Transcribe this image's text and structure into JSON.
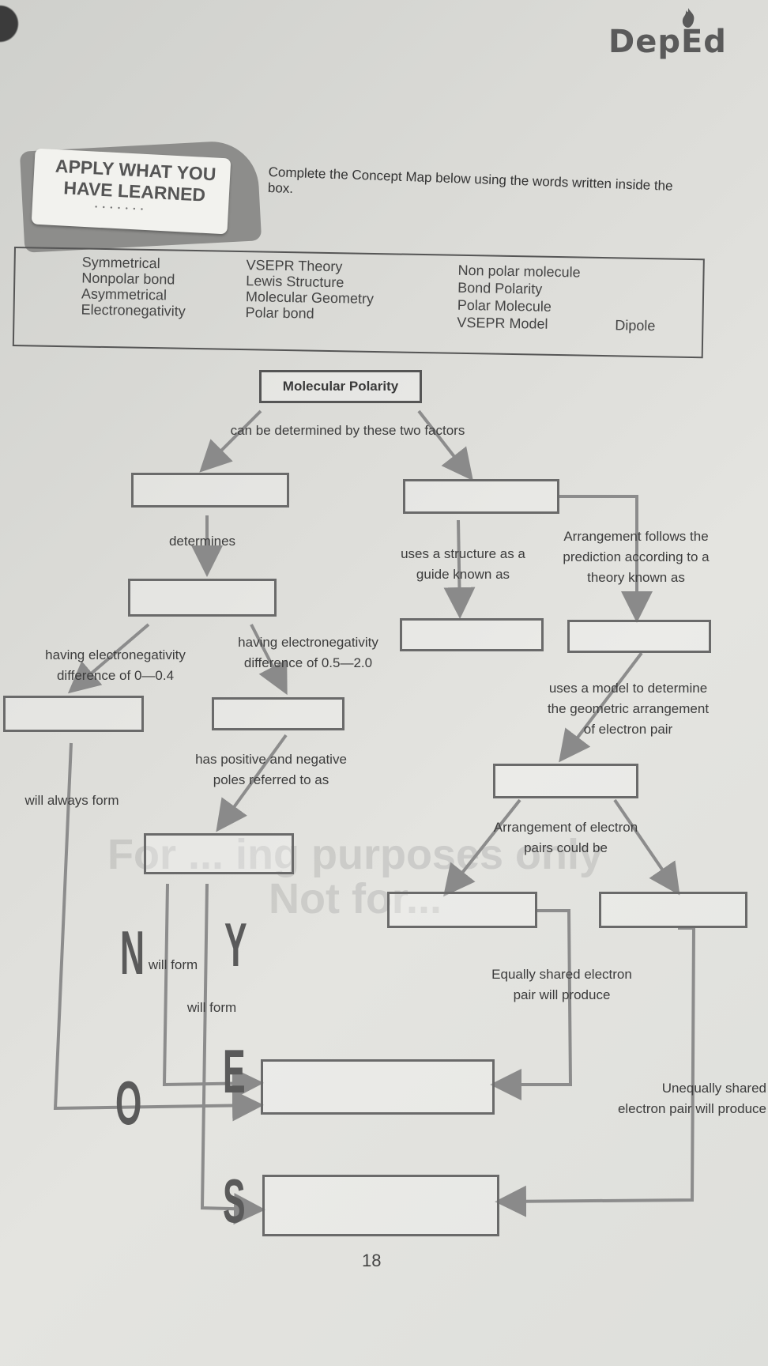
{
  "header": {
    "logo_text": "DepEd",
    "badge_line1": "APPLY WHAT YOU",
    "badge_line2": "HAVE LEARNED",
    "instruction": "Complete the Concept Map below using the words written inside the box."
  },
  "word_bank": {
    "col1": [
      "Symmetrical",
      "Nonpolar bond",
      "Asymmetrical",
      "Electronegativity"
    ],
    "col2": [
      "VSEPR Theory",
      "Lewis Structure",
      "Molecular Geometry",
      "Polar bond"
    ],
    "col3": [
      "Non polar molecule",
      "Bond Polarity",
      "Polar Molecule",
      "VSEPR Model"
    ],
    "col4": [
      "Dipole"
    ]
  },
  "concept_map": {
    "root": "Molecular Polarity",
    "labels": {
      "factors": "can be determined by these two factors",
      "determines": "determines",
      "uses_structure_1": "uses a structure as a",
      "uses_structure_2": "guide  known as",
      "arrangement_follows_1": "Arrangement follows the",
      "arrangement_follows_2": "prediction according to a",
      "arrangement_follows_3": "theory known as",
      "diff_low_1": "having electronegativity",
      "diff_low_2": "difference of 0—0.4",
      "diff_mid_1": "having electronegativity",
      "diff_mid_2": "difference of 0.5—2.0",
      "uses_model_1": "uses a model to determine",
      "uses_model_2": "the geometric arrangement",
      "uses_model_3": "of electron pair",
      "poles_1": "has positive and negative",
      "poles_2": "poles referred to as",
      "always_form": "will always form",
      "arrangement_pairs_1": "Arrangement of electron",
      "arrangement_pairs_2": "pairs could be",
      "will_form_a": "will form",
      "will_form_b": "will form",
      "equal_1": "Equally shared electron",
      "equal_2": "pair will produce",
      "unequal_1": "Unequally shared",
      "unequal_2": "electron pair will produce"
    },
    "side_letters": [
      "N",
      "O",
      "E",
      "S",
      "Y"
    ],
    "watermark_1": "For ... ing purposes only",
    "watermark_2": "Not for..."
  },
  "page_number": "18"
}
